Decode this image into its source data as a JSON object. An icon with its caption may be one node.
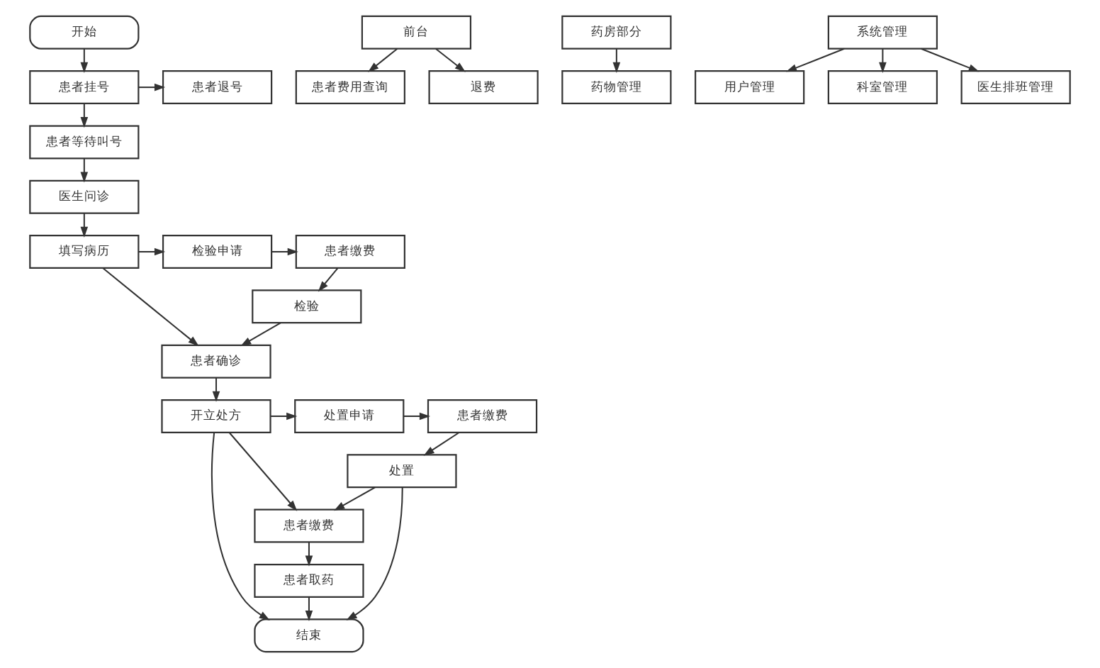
{
  "diagram": {
    "nodes": [
      {
        "text": [
          "开始"
        ]
      },
      {
        "text": [
          "患者挂号"
        ]
      },
      {
        "text": [
          "患者退号"
        ]
      },
      {
        "text": [
          "患者等待叫号"
        ]
      },
      {
        "text": [
          "医生问诊"
        ]
      },
      {
        "text": [
          "填写病历"
        ]
      },
      {
        "text": [
          "检验申请"
        ]
      },
      {
        "text": [
          "患者缴费"
        ]
      },
      {
        "text": [
          "检验"
        ]
      },
      {
        "text": [
          "患者确诊"
        ]
      },
      {
        "text": [
          "开立处方"
        ]
      },
      {
        "text": [
          "处置申请"
        ]
      },
      {
        "text": [
          "患者缴费"
        ]
      },
      {
        "text": [
          "处置"
        ]
      },
      {
        "text": [
          "患者缴费"
        ]
      },
      {
        "text": [
          "患者取药"
        ]
      },
      {
        "text": [
          "结束"
        ]
      },
      {
        "text": [
          "前台"
        ]
      },
      {
        "text": [
          "患者费用查询"
        ]
      },
      {
        "text": [
          "退费"
        ]
      },
      {
        "text": [
          "药房部分"
        ]
      },
      {
        "text": [
          "药物管理"
        ]
      },
      {
        "text": [
          "系统管理"
        ]
      },
      {
        "text": [
          "用户管理"
        ]
      },
      {
        "text": [
          "科室管理"
        ]
      },
      {
        "text": [
          "医生排班管理"
        ]
      }
    ],
    "edges": [
      {
        "from": 0,
        "to": 1,
        "arrow": "to"
      },
      {
        "from": 1,
        "to": 2,
        "arrow": "to"
      },
      {
        "from": 1,
        "to": 3,
        "arrow": "to"
      },
      {
        "from": 3,
        "to": 4,
        "arrow": "to"
      },
      {
        "from": 4,
        "to": 5,
        "arrow": "to"
      },
      {
        "from": 5,
        "to": 6,
        "arrow": "to"
      },
      {
        "from": 6,
        "to": 7,
        "arrow": "to"
      },
      {
        "from": 7,
        "to": 8,
        "arrow": "to"
      },
      {
        "from": 8,
        "to": 9,
        "arrow": "to"
      },
      {
        "from": 5,
        "to": 9,
        "arrow": "to"
      },
      {
        "from": 9,
        "to": 10,
        "arrow": "to"
      },
      {
        "from": 10,
        "to": 11,
        "arrow": "to"
      },
      {
        "from": 11,
        "to": 12,
        "arrow": "to"
      },
      {
        "from": 12,
        "to": 13,
        "arrow": "to"
      },
      {
        "from": 10,
        "to": 14,
        "arrow": "to"
      },
      {
        "from": 13,
        "to": 14,
        "arrow": "to"
      },
      {
        "from": 14,
        "to": 15,
        "arrow": "to"
      },
      {
        "from": 15,
        "to": 16,
        "arrow": "to"
      },
      {
        "from": 13,
        "to": 16,
        "arrow": "to"
      },
      {
        "from": 10,
        "to": 16,
        "arrow": "to"
      },
      {
        "from": 17,
        "to": 18,
        "arrow": "to"
      },
      {
        "from": 17,
        "to": 19,
        "arrow": "to"
      },
      {
        "from": 20,
        "to": 21,
        "arrow": "to"
      },
      {
        "from": 22,
        "to": 23,
        "arrow": "to"
      },
      {
        "from": 22,
        "to": 24,
        "arrow": "to"
      },
      {
        "from": 22,
        "to": 25,
        "arrow": "to"
      }
    ]
  }
}
